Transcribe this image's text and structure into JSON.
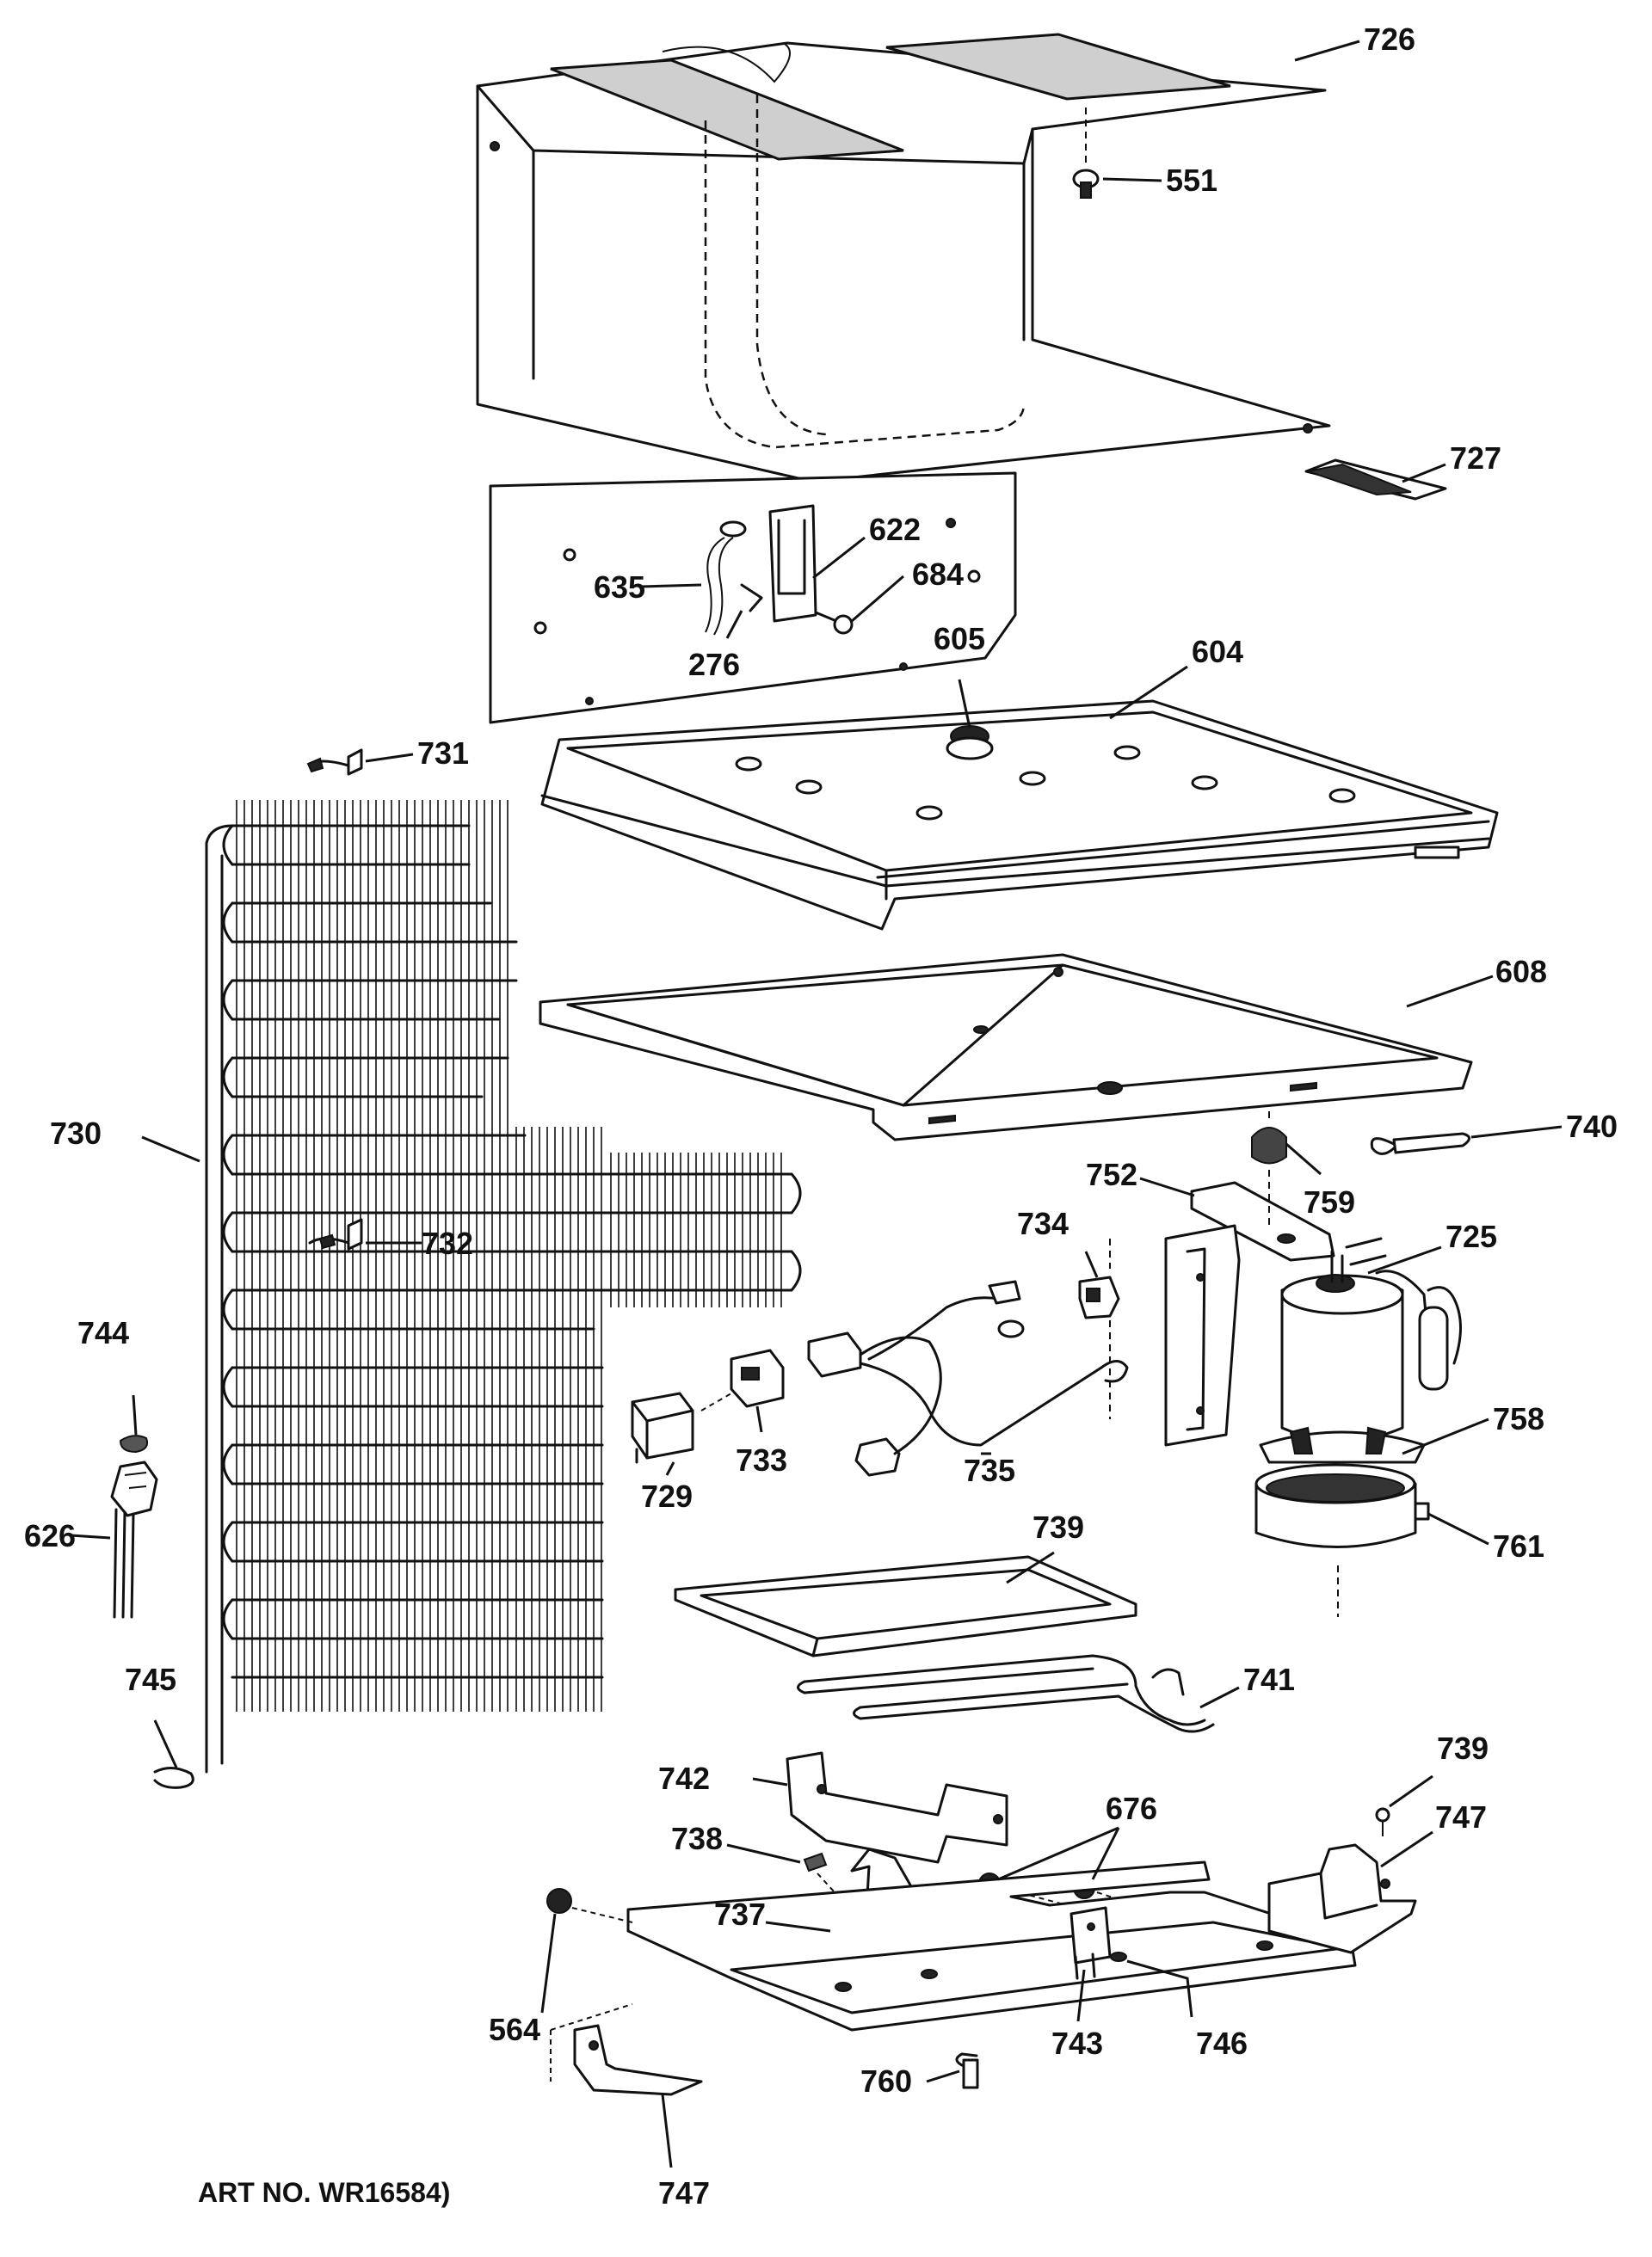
{
  "art_number": "ART NO. WR16584)",
  "labels": {
    "p726": "726",
    "p551": "551",
    "p727": "727",
    "p622": "622",
    "p635": "635",
    "p684": "684",
    "p276": "276",
    "p605": "605",
    "p604": "604",
    "p731": "731",
    "p608": "608",
    "p730": "730",
    "p740": "740",
    "p752": "752",
    "p759": "759",
    "p734": "734",
    "p725": "725",
    "p732": "732",
    "p744": "744",
    "p758": "758",
    "p729": "729",
    "p733": "733",
    "p735": "735",
    "p739a": "739",
    "p626": "626",
    "p761": "761",
    "p741": "741",
    "p745": "745",
    "p739b": "739",
    "p742": "742",
    "p676": "676",
    "p747a": "747",
    "p738": "738",
    "p737": "737",
    "p564": "564",
    "p743": "743",
    "p746": "746",
    "p760": "760",
    "p747b": "747"
  }
}
